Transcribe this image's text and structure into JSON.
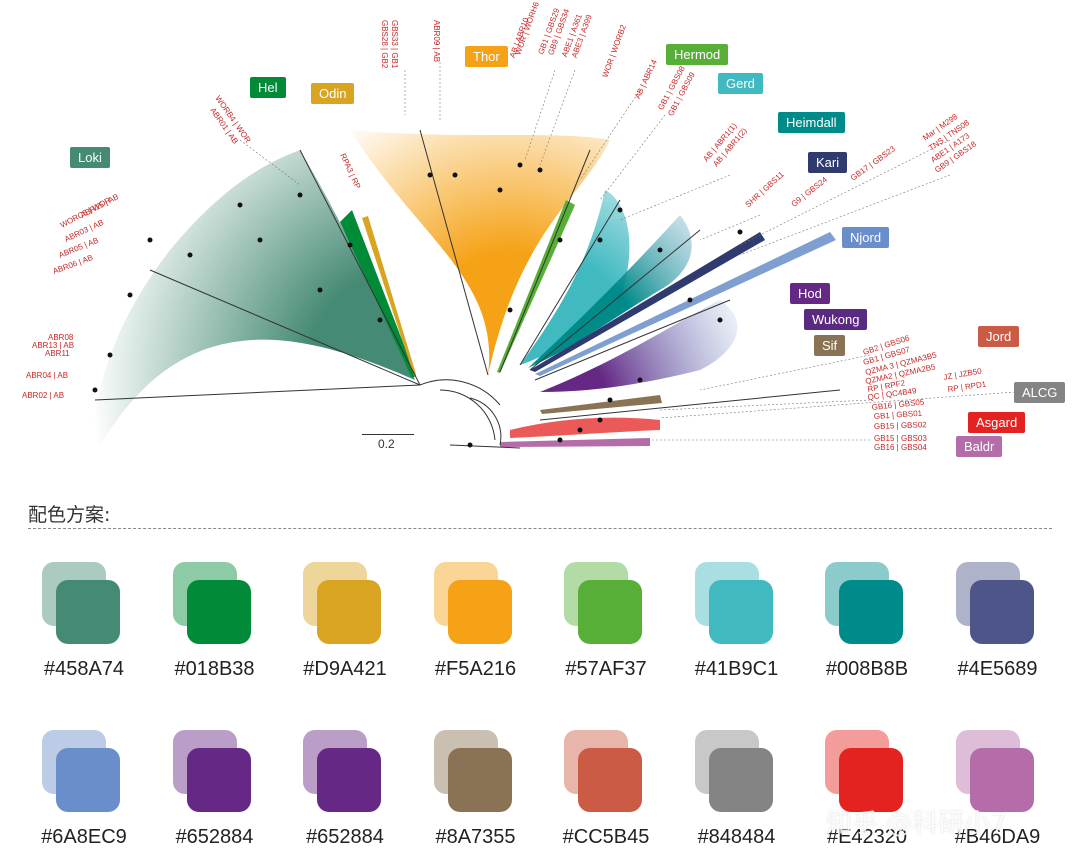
{
  "clades": [
    {
      "id": "loki",
      "name": "Loki",
      "color": "#458A74"
    },
    {
      "id": "hel",
      "name": "Hel",
      "color": "#018B38"
    },
    {
      "id": "odin",
      "name": "Odin",
      "color": "#D9A421"
    },
    {
      "id": "thor",
      "name": "Thor",
      "color": "#F5A216"
    },
    {
      "id": "hermod",
      "name": "Hermod",
      "color": "#57AF37"
    },
    {
      "id": "gerd",
      "name": "Gerd",
      "color": "#41B9C1"
    },
    {
      "id": "heimdall",
      "name": "Heimdall",
      "color": "#008B8B"
    },
    {
      "id": "kari",
      "name": "Kari",
      "color": "#2F3A6E"
    },
    {
      "id": "njord",
      "name": "Njord",
      "color": "#6A8EC9"
    },
    {
      "id": "hod",
      "name": "Hod",
      "color": "#652884"
    },
    {
      "id": "wukong",
      "name": "Wukong",
      "color": "#5A2A80"
    },
    {
      "id": "sif",
      "name": "Sif",
      "color": "#8A7355"
    },
    {
      "id": "jord",
      "name": "Jord",
      "color": "#CC5B45"
    },
    {
      "id": "alcg",
      "name": "ALCG",
      "color": "#848484"
    },
    {
      "id": "asgard",
      "name": "Asgard",
      "color": "#E42320"
    },
    {
      "id": "baldr",
      "name": "Baldr",
      "color": "#B46DA9"
    }
  ],
  "scale_bar": "0.2",
  "tip_labels": {
    "loki": [
      "ABR15 | AB",
      "WORC5 | WOR",
      "ABR03 | AB",
      "ABR05 | AB",
      "ABR06 | AB",
      "ABR08",
      "ABR13 | AB",
      "ABR11",
      "ABR04 | AB",
      "ABR02 | AB"
    ],
    "hel": [
      "WORB4 | WOR",
      "ABR01 | AB"
    ],
    "rp": [
      "RPA3 | RP"
    ],
    "thor_top": [
      "GBS33 | GB1",
      "GBS28 | GB2",
      "ABR09 | AB"
    ],
    "thor_right": [
      "AB | ABR10",
      "WOR | WORH6",
      "GB1 | GBS29",
      "GB9 | GBS34",
      "ABE1 | A361",
      "ABE3 | A399",
      "WOR | WORB2",
      "AB | ABR14",
      "GB1 | GBS08",
      "GB1 | GBS09"
    ],
    "gerd": [
      "AB | ABR1(1)",
      "AB | ABR1(2)"
    ],
    "njord": [
      "SHR | GBS11",
      "G9 | GBS24",
      "GB17 | GBS23",
      "Mar | M298",
      "TNS | TNS08",
      "ABE1 | A173",
      "GB9 | GBS18"
    ],
    "sif": [
      "GB2 | GBS06",
      "GB1 | GBS07",
      "QZMA 3 | QZMA3B5",
      "QZMA2 | QZMA2B5",
      "RP | RPF2",
      "QC | QC4B49"
    ],
    "jord": [
      "JZ | JZB50",
      "RP | RPD1"
    ],
    "asgard": [
      "GB16 | GBS05",
      "GB1 | GBS01",
      "GB15 | GBS02"
    ],
    "baldr": [
      "GB15 | GBS03",
      "GB16 | GBS04"
    ]
  },
  "palette_title": "配色方案:",
  "palette": [
    {
      "hex": "#458A74",
      "label": "#458A74"
    },
    {
      "hex": "#018B38",
      "label": "#018B38"
    },
    {
      "hex": "#D9A421",
      "label": "#D9A421"
    },
    {
      "hex": "#F5A216",
      "label": "#F5A216"
    },
    {
      "hex": "#57AF37",
      "label": "#57AF37"
    },
    {
      "hex": "#41B9C1",
      "label": "#41B9C1"
    },
    {
      "hex": "#008B8B",
      "label": "#008B8B"
    },
    {
      "hex": "#4E5689",
      "label": "#4E5689"
    },
    {
      "hex": "#6A8EC9",
      "label": "#6A8EC9"
    },
    {
      "hex": "#652884",
      "label": "#652884"
    },
    {
      "hex": "#652884",
      "label": "#652884"
    },
    {
      "hex": "#8A7355",
      "label": "#8A7355"
    },
    {
      "hex": "#CC5B45",
      "label": "#CC5B45"
    },
    {
      "hex": "#848484",
      "label": "#848484"
    },
    {
      "hex": "#E42320",
      "label": "#E42320"
    },
    {
      "hex": "#B46DA9",
      "label": "#B46DA9"
    }
  ],
  "watermark": "知乎 @科研小7"
}
